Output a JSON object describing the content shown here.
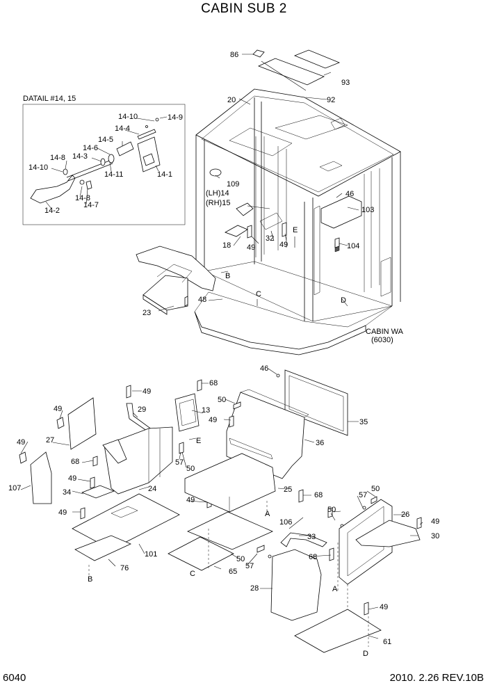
{
  "header": {
    "title": "CABIN SUB 2"
  },
  "footer": {
    "page_number": "6040",
    "revision": "2010. 2.26  REV.10B"
  },
  "detail": {
    "title": "DATAIL #14, 15"
  },
  "labels": {
    "p86": "86",
    "p93": "93",
    "p92": "92",
    "p20": "20",
    "p109": "109",
    "p14lh": "(LH)14",
    "p15rh": "(RH)15",
    "p46a": "46",
    "p103": "103",
    "p18": "18",
    "p49a": "49",
    "p32": "32",
    "p49b": "49",
    "e_top": "E",
    "p104": "104",
    "b_top": "B",
    "c_top": "C",
    "d_top": "D",
    "p48": "48",
    "p23": "23",
    "cabin_wa": "CABIN WA",
    "cabin_wa_ref": "(6030)",
    "d14_10a": "14-10",
    "d14_9": "14-9",
    "d14_4": "14-4",
    "d14_5": "14-5",
    "d14_6": "14-6",
    "d14_3": "14-3",
    "d14_8a": "14-8",
    "d14_10b": "14-10",
    "d14_11": "14-11",
    "d14_1": "14-1",
    "d14_8b": "14-8",
    "d14_7": "14-7",
    "d14_2": "14-2",
    "p46b": "46",
    "p49c": "49",
    "p68a": "68",
    "p50a": "50",
    "p13": "13",
    "p49d": "49",
    "p35": "35",
    "p49e": "49",
    "p29": "29",
    "p27": "27",
    "p36": "36",
    "e_mid": "E",
    "p49f": "49",
    "p68b": "68",
    "p57a": "57",
    "p50b": "50",
    "p107": "107",
    "p49g": "49",
    "p24": "24",
    "p34": "34",
    "p25": "25",
    "p68c": "68",
    "p49h": "49",
    "p49i": "49",
    "p50c": "50",
    "p57b": "57",
    "p50d": "50",
    "p26": "26",
    "p49j": "49",
    "a_mid": "A",
    "p106": "106",
    "p33": "33",
    "p30": "30",
    "p101": "101",
    "p50e": "50",
    "p68d": "68",
    "p57c": "57",
    "p76": "76",
    "p65": "65",
    "p28": "28",
    "a_low": "A",
    "b_low": "B",
    "c_low": "C",
    "p49k": "49",
    "p61": "61",
    "d_low": "D"
  }
}
